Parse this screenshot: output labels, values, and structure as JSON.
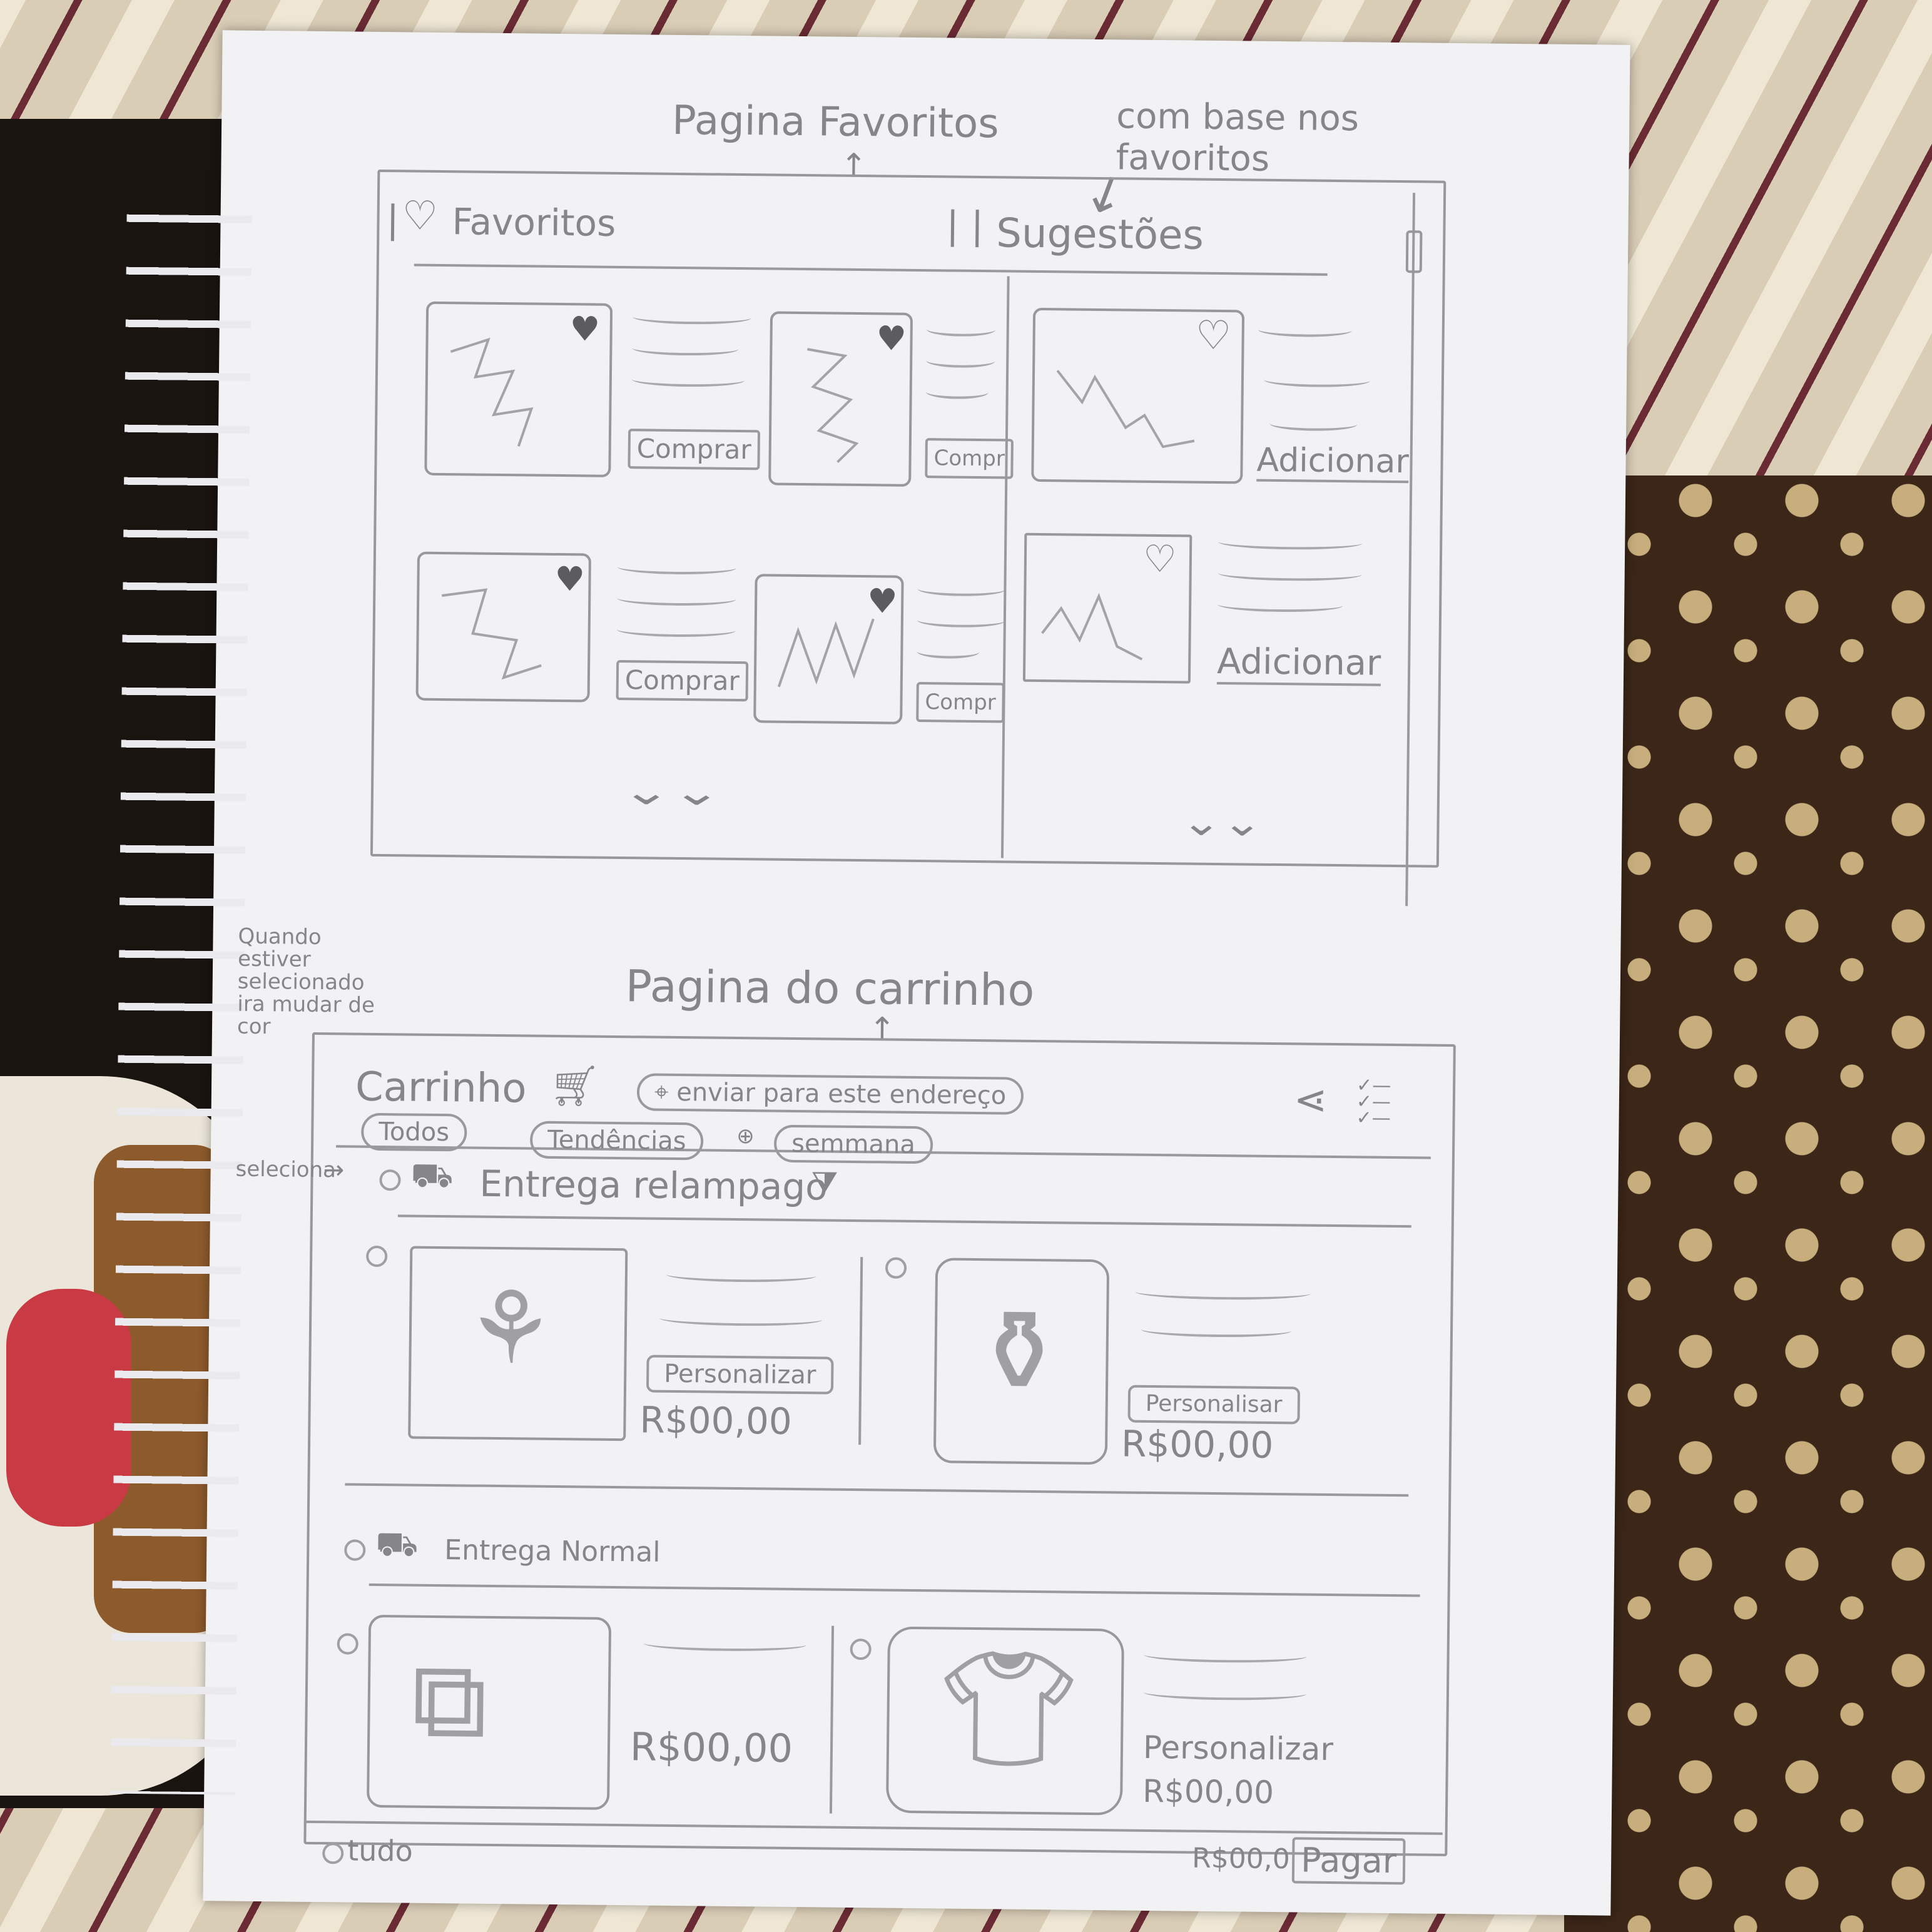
{
  "annotations": {
    "favorites_page": "Pagina Favoritos",
    "based_on": "com base nos favoritos",
    "cart_page": "Pagina do carrinho",
    "when_selected": "Quando estiver selecionado ira mudar de cor",
    "selected": "seleciona"
  },
  "favorites": {
    "tab_favorites": "Favoritos",
    "tab_suggestions": "Sugestões",
    "buy_label": "Comprar",
    "buy_label_short": "Compr",
    "add_label": "Adicionar"
  },
  "cart": {
    "title": "Carrinho",
    "address_pill": "enviar para este endereço",
    "filters": [
      "Todos",
      "Tendências",
      "semmana"
    ],
    "express_delivery": "Entrega relampago",
    "normal_delivery": "Entrega Normal",
    "customize": "Personalizar",
    "customize_alt": "Personalisar",
    "price": "R$00,00",
    "select_all": "tudo",
    "total": "R$00,0",
    "pay": "Pagar"
  },
  "icons": {
    "heart": "heart-icon",
    "cart": "cart-icon",
    "truck": "truck-icon",
    "share": "share-icon",
    "checklist": "checklist-icon",
    "chevron": "chevron-down-icon",
    "filter": "filter-icon",
    "pin": "location-pin-icon"
  }
}
